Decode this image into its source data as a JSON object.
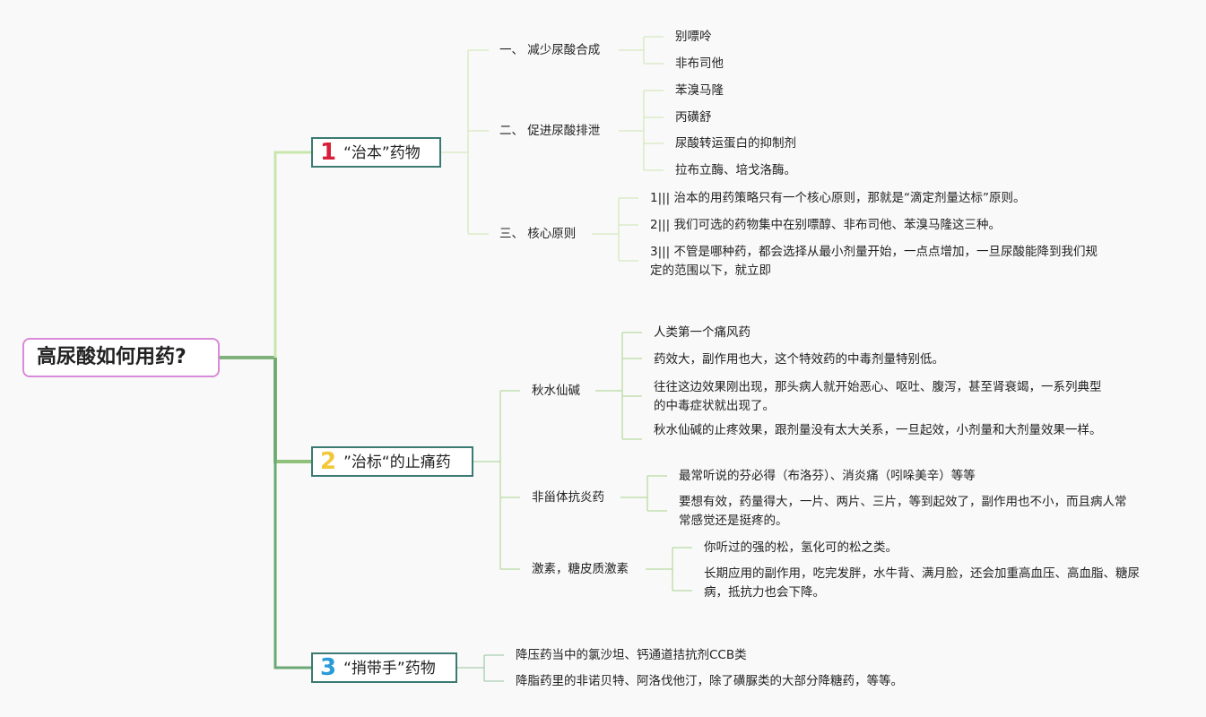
{
  "root": "高尿酸如何用药?",
  "colors": {
    "branch1": "#c9e6ad",
    "branch2": "#8fc17a",
    "branch3": "#6aa874",
    "num1": "#d8203a",
    "num2": "#f2c73a",
    "num3": "#2a9bd8"
  },
  "branches": [
    {
      "num": "1",
      "label": "“治本”药物",
      "subs": [
        {
          "label": "一、 减少尿酸合成",
          "items": [
            "别嘌呤",
            "非布司他"
          ]
        },
        {
          "label": "二、 促进尿酸排泄",
          "items": [
            "苯溴马隆",
            "丙磺舒",
            "尿酸转运蛋白的抑制剂",
            "拉布立酶、培戈洛酶。"
          ]
        },
        {
          "label": "三、 核心原则",
          "items": [
            "1||| 治本的用药策略只有一个核心原则，那就是“滴定剂量达标”原则。",
            "2||| 我们可选的药物集中在别嘌醇、非布司他、苯溴马隆这三种。",
            "3||| 不管是哪种药，都会选择从最小剂量开始，一点点增加，一旦尿酸能降到我们规定的范围以下，就立即"
          ]
        }
      ]
    },
    {
      "num": "2",
      "label": "”治标“的止痛药",
      "subs": [
        {
          "label": "秋水仙碱",
          "items": [
            "人类第一个痛风药",
            "药效大，副作用也大，这个特效药的中毒剂量特别低。",
            "往往这边效果刚出现，那头病人就开始恶心、呕吐、腹泻，甚至肾衰竭，一系列典型的中毒症状就出现了。",
            "秋水仙碱的止疼效果，跟剂量没有太大关系，一旦起效，小剂量和大剂量效果一样。"
          ]
        },
        {
          "label": "非甾体抗炎药",
          "items": [
            "最常听说的芬必得（布洛芬）、消炎痛（吲哚美辛）等等",
            "要想有效，药量得大，一片、两片、三片，等到起效了，副作用也不小，而且病人常常感觉还是挺疼的。"
          ]
        },
        {
          "label": "激素，糖皮质激素",
          "items": [
            "你听过的强的松，氢化可的松之类。",
            "长期应用的副作用，吃完发胖，水牛背、满月脸，还会加重高血压、高血脂、糖尿病，抵抗力也会下降。"
          ]
        }
      ]
    },
    {
      "num": "3",
      "label": "“捎带手”药物",
      "items": [
        "降压药当中的氯沙坦、钙通道拮抗剂CCB类",
        "降脂药里的非诺贝特、阿洛伐他汀，除了磺脲类的大部分降糖药，等等。"
      ]
    }
  ]
}
